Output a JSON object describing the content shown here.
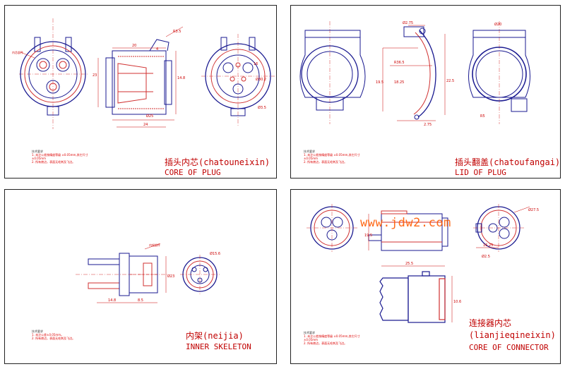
{
  "sheets": [
    {
      "title_cn": "插头内芯(chatouneixin)",
      "title_en": "CORE OF PLUG",
      "notes": {
        "heading": "技术要求",
        "lines": [
          "1. 未注公差按精度等级 ±0.05mm,其它尺寸",
          "  ±0.05mm",
          "2. 所有棱边，表面无毛刺及飞边。"
        ]
      },
      "dims": {
        "d1": "20",
        "d2": "4",
        "d3": "23",
        "d4": "R3.5",
        "d5": "24",
        "d6": "14.8",
        "d7": "Ø25",
        "d8": "16",
        "d9": "Ø30.2",
        "d10": "Ø3.5"
      },
      "callout": "内芯部件"
    },
    {
      "title_cn": "插头翻盖(chatoufangai)",
      "title_en": "LID OF PLUG",
      "notes": {
        "heading": "技术要求",
        "lines": [
          "1. 未注公差按精度等级 ±0.05mm,其它尺寸",
          "  ±0.05mm",
          "2. 所有棱边，表面无毛刺及飞边。"
        ]
      },
      "dims": {
        "d1": "Ø2.75",
        "d2": "R36.5",
        "d3": "18.25",
        "d4": "19.5",
        "d5": "22.5",
        "d6": "2.75",
        "d7": "R5",
        "d8": "Ø20"
      }
    },
    {
      "title_cn": "内架(neijia)",
      "title_en": "INNER SKELETON",
      "notes": {
        "heading": "技术要求",
        "lines": [
          "1. 未注公差±0.05mm。",
          "2. 所有棱边，表面无毛刺及飞边。"
        ]
      },
      "dims": {
        "d1": "14.8",
        "d2": "8.5",
        "d3": "Ø15.6",
        "d4": "Ø23"
      },
      "callout": "内架部件"
    },
    {
      "title_cn": "连接器内芯",
      "title_pinyin": "(lianjieqineixin)",
      "title_en": "CORE OF CONNECTOR",
      "notes": {
        "heading": "技术要求",
        "lines": [
          "1. 未注公差按精度等级 ±0.05mm,其它尺寸",
          "  ±0.05mm",
          "2. 所有棱边，表面无毛刺及飞边。"
        ]
      },
      "dims": {
        "d1": "Ø27.5",
        "d2": "16.25",
        "d3": "Ø2.5",
        "d4": "19.5",
        "d5": "25.5",
        "d6": "10.6"
      }
    }
  ],
  "watermark": "www.jdw2.com",
  "colors": {
    "outline": "#1a1a90",
    "dimension": "#d00000",
    "hatch": "#c03030",
    "frame": "#222222",
    "watermark": "#ff5a00"
  }
}
